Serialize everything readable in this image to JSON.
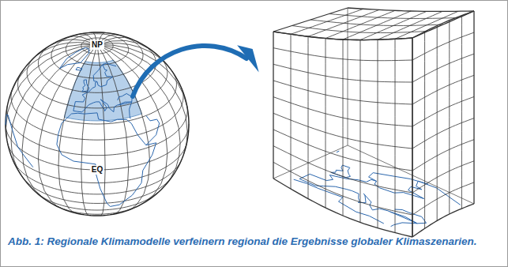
{
  "diagram": {
    "caption": "Abb. 1: Regionale Klimamodelle verfeinern regional die Ergebnisse globaler Klimaszenarien.",
    "labels": [
      "NP",
      "EQ"
    ]
  }
}
